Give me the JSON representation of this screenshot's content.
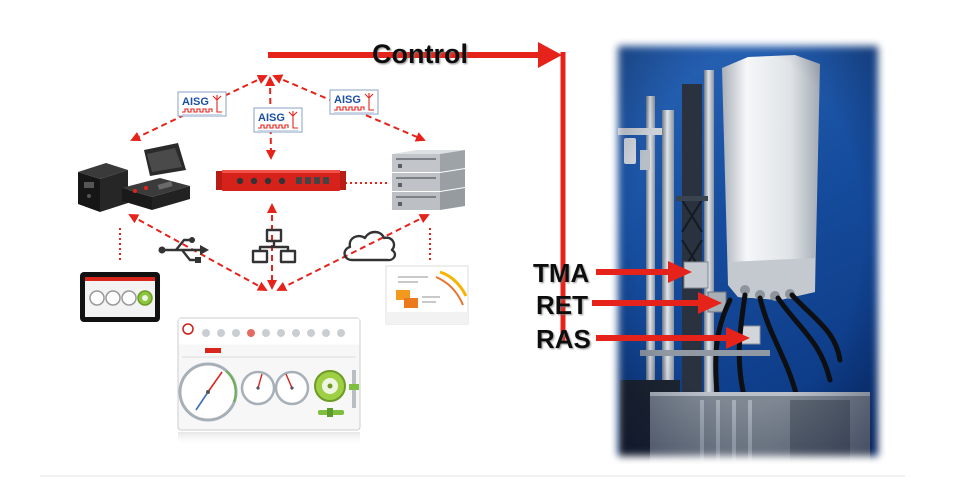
{
  "diagram": {
    "control_label": "Control",
    "targets": [
      {
        "label": "TMA"
      },
      {
        "label": "RET"
      },
      {
        "label": "RAS"
      }
    ],
    "logos": [
      {
        "text": "AISG"
      },
      {
        "text": "AISG"
      },
      {
        "text": "AISG"
      }
    ]
  },
  "icons": {
    "usb": "usb-icon",
    "network": "network-icon",
    "cloud": "cloud-icon"
  },
  "colors": {
    "arrow_red": "#e5231b",
    "label_text": "#111111",
    "logo_blue": "#1d4f9e",
    "sky_light": "#2a66b8",
    "sky_dark": "#0d3b86"
  }
}
